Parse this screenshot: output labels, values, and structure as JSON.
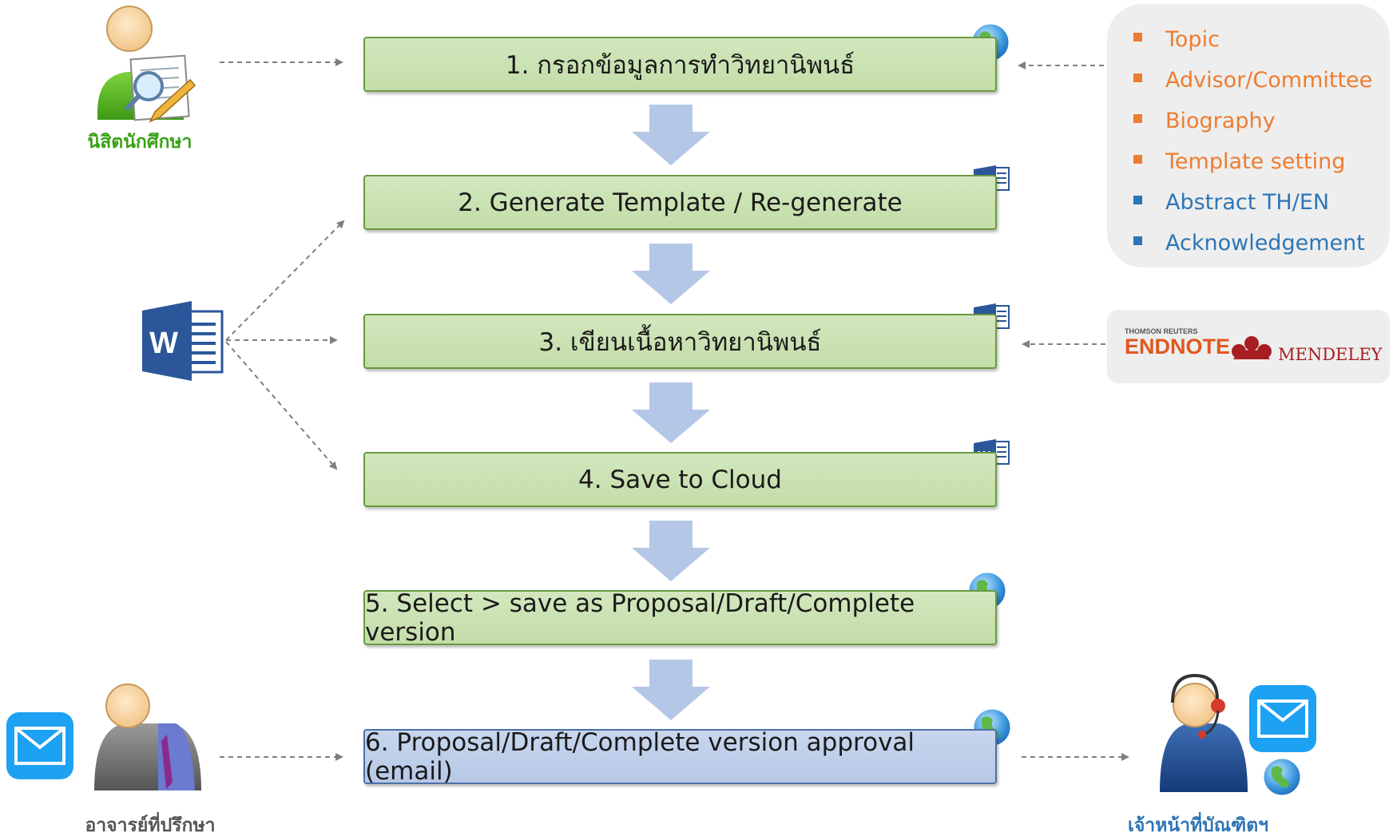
{
  "steps": [
    {
      "label": "1. กรอกข้อมูลการทำวิทยานิพนธ์",
      "style": "green",
      "badge": "globe-icon"
    },
    {
      "label": "2. Generate Template / Re-generate",
      "style": "green",
      "badge": "word-icon"
    },
    {
      "label": "3. เขียนเนื้อหาวิทยานิพนธ์",
      "style": "green",
      "badge": "word-icon"
    },
    {
      "label": "4. Save to Cloud",
      "style": "green",
      "badge": "word-icon"
    },
    {
      "label": "5. Select > save as Proposal/Draft/Complete version",
      "style": "green",
      "badge": "globe-icon"
    },
    {
      "label": "6. Proposal/Draft/Complete version approval (email)",
      "style": "blue",
      "badge": "globe-icon"
    }
  ],
  "actors": {
    "student": {
      "label": "นิสิตนักศึกษา",
      "color": "#3aa117"
    },
    "advisor": {
      "label": "อาจารย์ที่ปรึกษา",
      "color": "#555555"
    },
    "staff": {
      "label": "เจ้าหน้าที่บัณฑิตฯ",
      "color": "#2e75b6"
    }
  },
  "info_list": [
    {
      "text": "Topic",
      "color": "#ed7d31"
    },
    {
      "text": "Advisor/Committee",
      "color": "#ed7d31"
    },
    {
      "text": "Biography",
      "color": "#ed7d31"
    },
    {
      "text": "Template setting",
      "color": "#ed7d31"
    },
    {
      "text": "Abstract TH/EN",
      "color": "#2e75b6"
    },
    {
      "text": "Acknowledgement",
      "color": "#2e75b6"
    }
  ],
  "references": {
    "endnote_top": "THOMSON REUTERS",
    "endnote": "ENDNOTE",
    "mendeley": "MENDELEY"
  },
  "colors": {
    "step_fill": "#c6e0b4",
    "step_border": "#6a9a3f",
    "step_blue_fill": "#bdd0ee",
    "step_blue_border": "#4d6fa8",
    "flow_arrow": "#b4c7e7",
    "dashed_arrow": "#7f7f7f",
    "endnote": "#e0581f",
    "mendeley": "#a71e22"
  }
}
